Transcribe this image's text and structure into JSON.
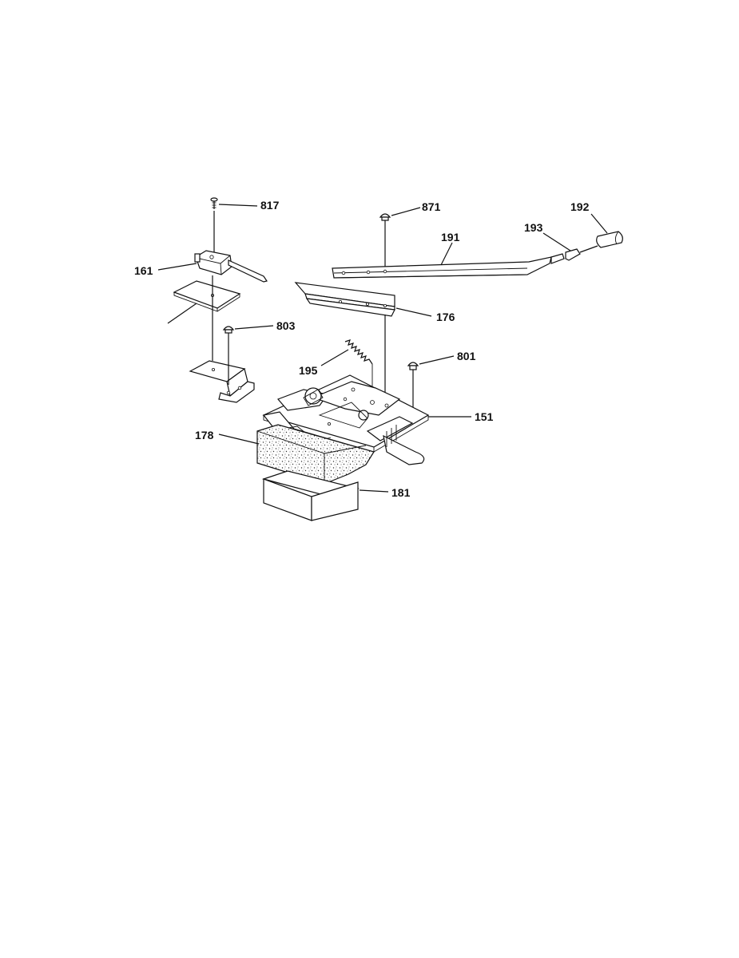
{
  "diagram": {
    "callouts": [
      {
        "id": "817",
        "text": "817"
      },
      {
        "id": "871",
        "text": "871"
      },
      {
        "id": "192",
        "text": "192"
      },
      {
        "id": "193",
        "text": "193"
      },
      {
        "id": "191",
        "text": "191"
      },
      {
        "id": "161",
        "text": "161"
      },
      {
        "id": "176",
        "text": "176"
      },
      {
        "id": "803",
        "text": "803"
      },
      {
        "id": "801",
        "text": "801"
      },
      {
        "id": "195",
        "text": "195"
      },
      {
        "id": "151",
        "text": "151"
      },
      {
        "id": "178",
        "text": "178"
      },
      {
        "id": "181",
        "text": "181"
      }
    ]
  }
}
